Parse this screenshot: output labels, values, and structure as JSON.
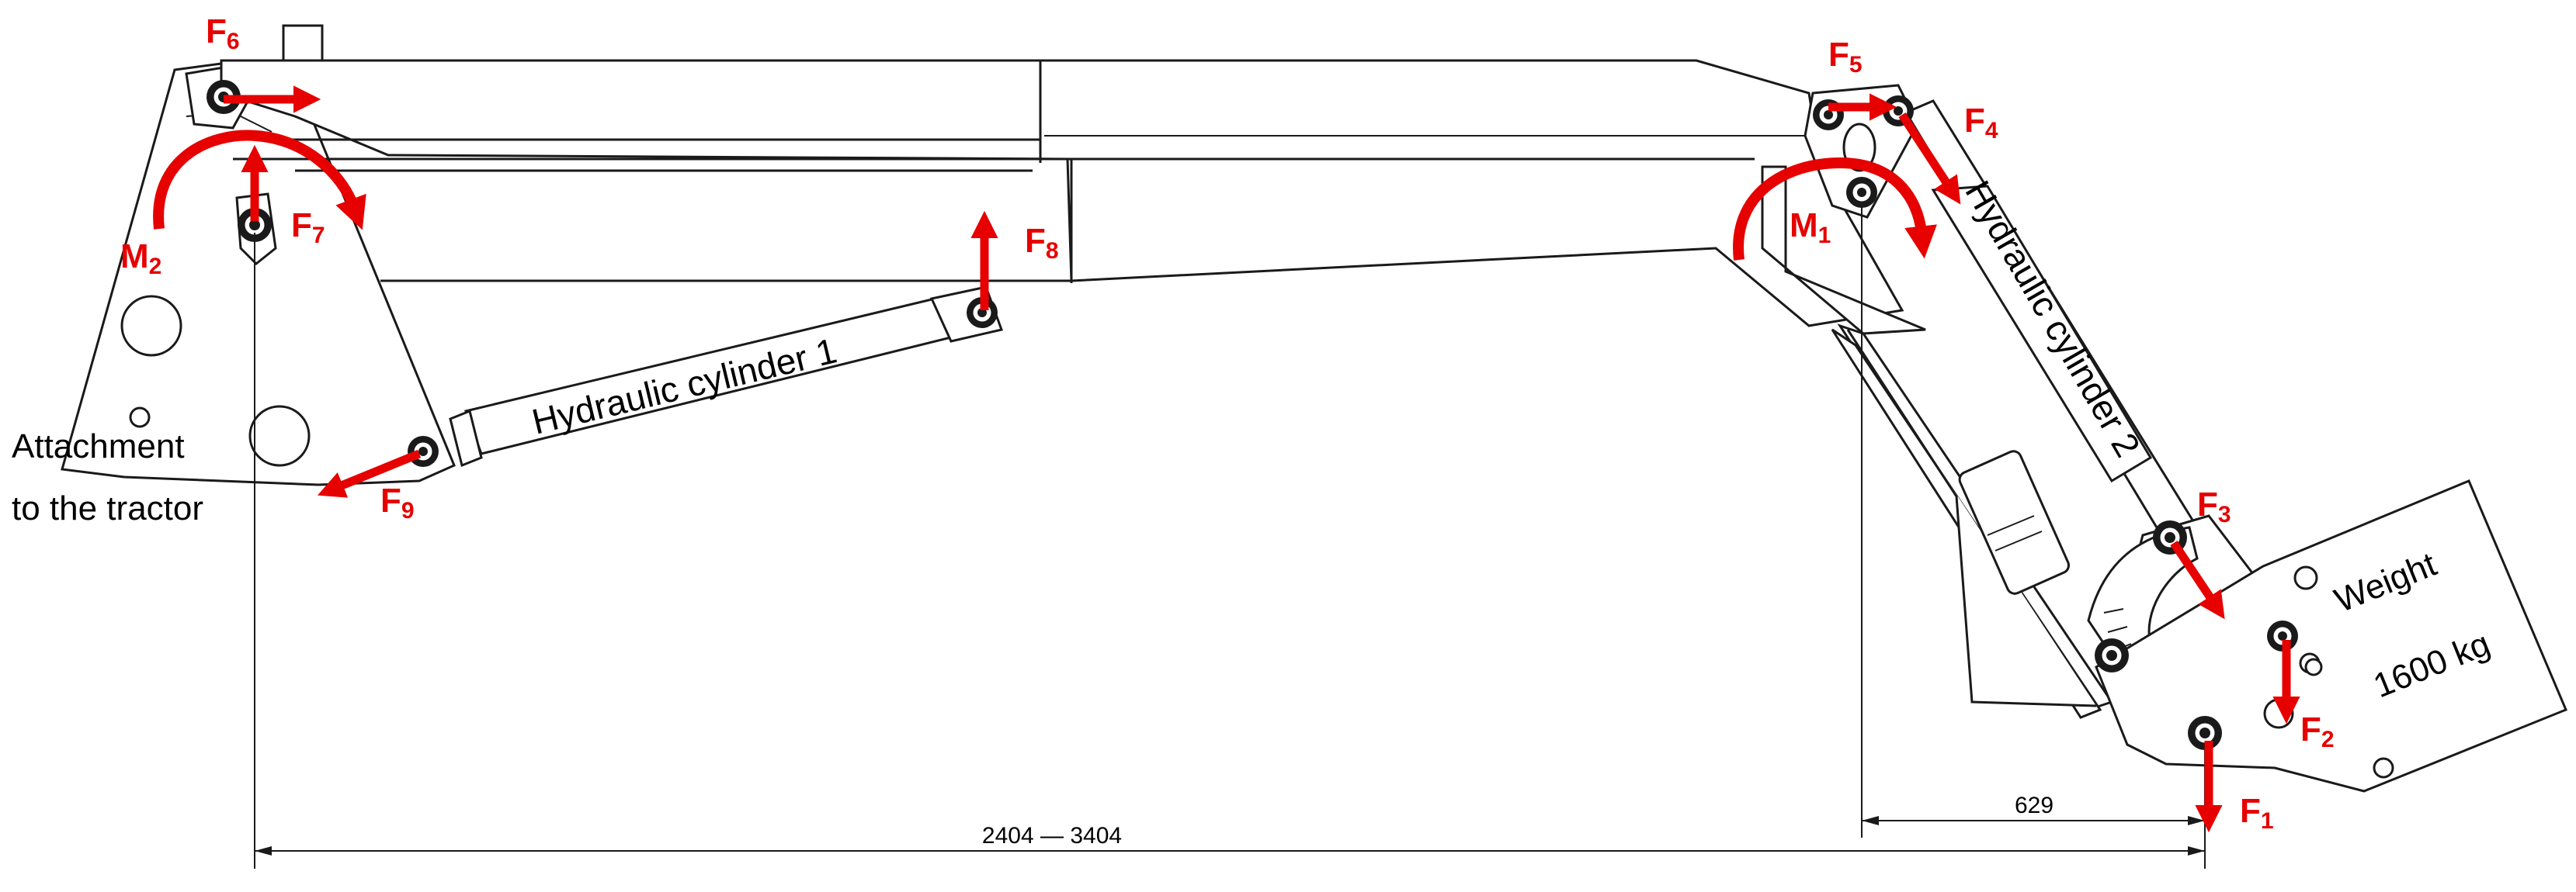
{
  "forces": {
    "f1": {
      "letter": "F",
      "sub": "1"
    },
    "f2": {
      "letter": "F",
      "sub": "2"
    },
    "f3": {
      "letter": "F",
      "sub": "3"
    },
    "f4": {
      "letter": "F",
      "sub": "4"
    },
    "f5": {
      "letter": "F",
      "sub": "5"
    },
    "f6": {
      "letter": "F",
      "sub": "6"
    },
    "f7": {
      "letter": "F",
      "sub": "7"
    },
    "f8": {
      "letter": "F",
      "sub": "8"
    },
    "f9": {
      "letter": "F",
      "sub": "9"
    }
  },
  "moments": {
    "m1": {
      "letter": "M",
      "sub": "1"
    },
    "m2": {
      "letter": "M",
      "sub": "2"
    }
  },
  "labels": {
    "hydraulic_cylinder_1": "Hydraulic cylinder 1",
    "hydraulic_cylinder_2": "Hydraulic cylinder 2",
    "attachment_line1": "Attachment",
    "attachment_line2": "to the tractor",
    "weight_line1": "Weight",
    "weight_line2": "1600 kg"
  },
  "dimensions": {
    "short": "629",
    "long": "2404 — 3404"
  },
  "colors": {
    "force_arrows": "#e60000",
    "drawing_lines": "#1a1a1a"
  }
}
